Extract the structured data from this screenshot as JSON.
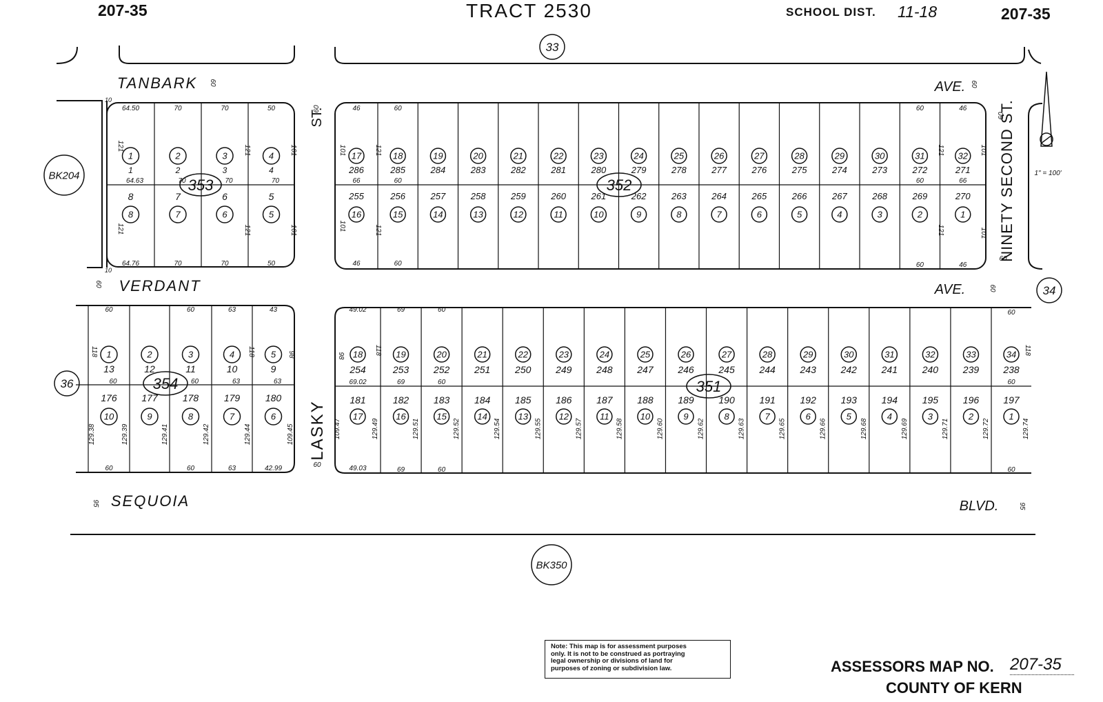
{
  "header": {
    "map_ref_left": "207-35",
    "tract": "TRACT 2530",
    "school_dist_label": "SCHOOL DIST.",
    "school_dist_value": "11-18",
    "map_ref_right": "207-35"
  },
  "streets": {
    "tanbark": "TANBARK",
    "tanbark_ave": "AVE.",
    "verdant": "VERDANT",
    "verdant_ave": "AVE.",
    "sequoia": "SEQUOIA",
    "sequoia_blvd": "BLVD.",
    "lasky": "LASKY",
    "lasky_st": "ST.",
    "ninety_second": "NINETY SECOND ST."
  },
  "street_widths": {
    "tanbark": "60",
    "tanbark_east": "60",
    "verdant": "60",
    "verdant_east": "60",
    "sequoia": "95",
    "sequoia_east": "95",
    "lasky_north": "60",
    "lasky_south": "60",
    "ninety_second_top": "60",
    "ninety_second_bottom": "60",
    "west_strip_top": "10",
    "west_strip_bottom": "10"
  },
  "map_refs": {
    "bk204": "BK204",
    "bk350": "BK350",
    "ref_33": "33",
    "ref_34": "34",
    "ref_36": "36"
  },
  "scale": "1\" = 100'",
  "block_numbers": {
    "b353": "353",
    "b352": "352",
    "b354": "354",
    "b351": "351"
  },
  "block_353": {
    "north_dims": [
      "64.50",
      "70",
      "70",
      "50"
    ],
    "south_dims": [
      "64.76",
      "70",
      "70",
      "50"
    ],
    "mid_dims": [
      "64.63",
      "70",
      "70",
      "70"
    ],
    "top_lots": [
      [
        "1",
        "1"
      ],
      [
        "2",
        "2"
      ],
      [
        "3",
        "3"
      ],
      [
        "4",
        "4"
      ]
    ],
    "bottom_lots": [
      [
        "8",
        "8"
      ],
      [
        "7",
        "7"
      ],
      [
        "6",
        "6"
      ],
      [
        "5",
        "5"
      ]
    ],
    "side_dims": [
      "121",
      "121",
      "121",
      "101",
      "121",
      "101"
    ]
  },
  "block_352": {
    "north_dims": [
      "46",
      "60",
      "60",
      "46"
    ],
    "south_dims": [
      "46",
      "60",
      "60",
      "46"
    ],
    "top_circles": [
      "17",
      "18",
      "19",
      "20",
      "21",
      "22",
      "23",
      "24",
      "25",
      "26",
      "27",
      "28",
      "29",
      "30",
      "31",
      "32"
    ],
    "top_parcels": [
      "286",
      "285",
      "284",
      "283",
      "282",
      "281",
      "280",
      "279",
      "278",
      "277",
      "276",
      "275",
      "274",
      "273",
      "272",
      "271"
    ],
    "bottom_parcels": [
      "255",
      "256",
      "257",
      "258",
      "259",
      "260",
      "261",
      "262",
      "263",
      "264",
      "265",
      "266",
      "267",
      "268",
      "269",
      "270"
    ],
    "bottom_circles": [
      "16",
      "15",
      "14",
      "13",
      "12",
      "11",
      "10",
      "9",
      "8",
      "7",
      "6",
      "5",
      "4",
      "3",
      "2",
      "1"
    ],
    "mid_dims": [
      "66",
      "60",
      "60",
      "66"
    ],
    "side_dims": [
      "101",
      "121",
      "121",
      "101",
      "101",
      "121",
      "121",
      "101"
    ]
  },
  "block_354": {
    "north_dims": [
      "60",
      "60",
      "63",
      "43"
    ],
    "south_dims": [
      "60",
      "60",
      "63",
      "42.99"
    ],
    "top_circles": [
      "1",
      "2",
      "3",
      "4",
      "5"
    ],
    "top_parcels": [
      "13",
      "12",
      "11",
      "10",
      "9"
    ],
    "mid_dims": [
      "60",
      "60",
      "63",
      "63"
    ],
    "bottom_parcels": [
      "176",
      "177",
      "178",
      "179",
      "180"
    ],
    "bottom_circles": [
      "10",
      "9",
      "8",
      "7",
      "6"
    ],
    "south_side_dims": [
      "129.38",
      "129.39",
      "129.41",
      "129.42",
      "129.44",
      "109.45"
    ],
    "side_dims": [
      "118",
      "118",
      "98"
    ]
  },
  "block_351": {
    "north_dims": [
      "49.02",
      "69",
      "60",
      "60"
    ],
    "south_dims": [
      "49.03",
      "69",
      "60",
      "60"
    ],
    "top_circles": [
      "18",
      "19",
      "20",
      "21",
      "22",
      "23",
      "24",
      "25",
      "26",
      "27",
      "28",
      "29",
      "30",
      "31",
      "32",
      "33",
      "34"
    ],
    "top_parcels": [
      "254",
      "253",
      "252",
      "251",
      "250",
      "249",
      "248",
      "247",
      "246",
      "245",
      "244",
      "243",
      "242",
      "241",
      "240",
      "239",
      "238"
    ],
    "mid_dims": [
      "69.02",
      "69",
      "60",
      "60"
    ],
    "bottom_parcels": [
      "181",
      "182",
      "183",
      "184",
      "185",
      "186",
      "187",
      "188",
      "189",
      "190",
      "191",
      "192",
      "193",
      "194",
      "195",
      "196",
      "197"
    ],
    "bottom_circles": [
      "17",
      "16",
      "15",
      "14",
      "13",
      "12",
      "11",
      "10",
      "9",
      "8",
      "7",
      "6",
      "5",
      "4",
      "3",
      "2",
      "1"
    ],
    "south_side_dims": [
      "109.47",
      "129.49",
      "129.51",
      "129.52",
      "129.54",
      "129.55",
      "129.57",
      "129.58",
      "129.60",
      "129.62",
      "129.63",
      "129.65",
      "129.66",
      "129.68",
      "129.69",
      "129.71",
      "129.72",
      "129.74"
    ],
    "side_dims": [
      "98",
      "118",
      "118"
    ]
  },
  "note": {
    "line1": "Note: This map is for assessment purposes",
    "line2": "only. It is not to be construed as portraying",
    "line3": "legal ownership or divisions of land for",
    "line4": "purposes of zoning or subdivision law."
  },
  "footer": {
    "label": "ASSESSORS MAP NO.",
    "value": "207-35",
    "county": "COUNTY OF KERN"
  }
}
